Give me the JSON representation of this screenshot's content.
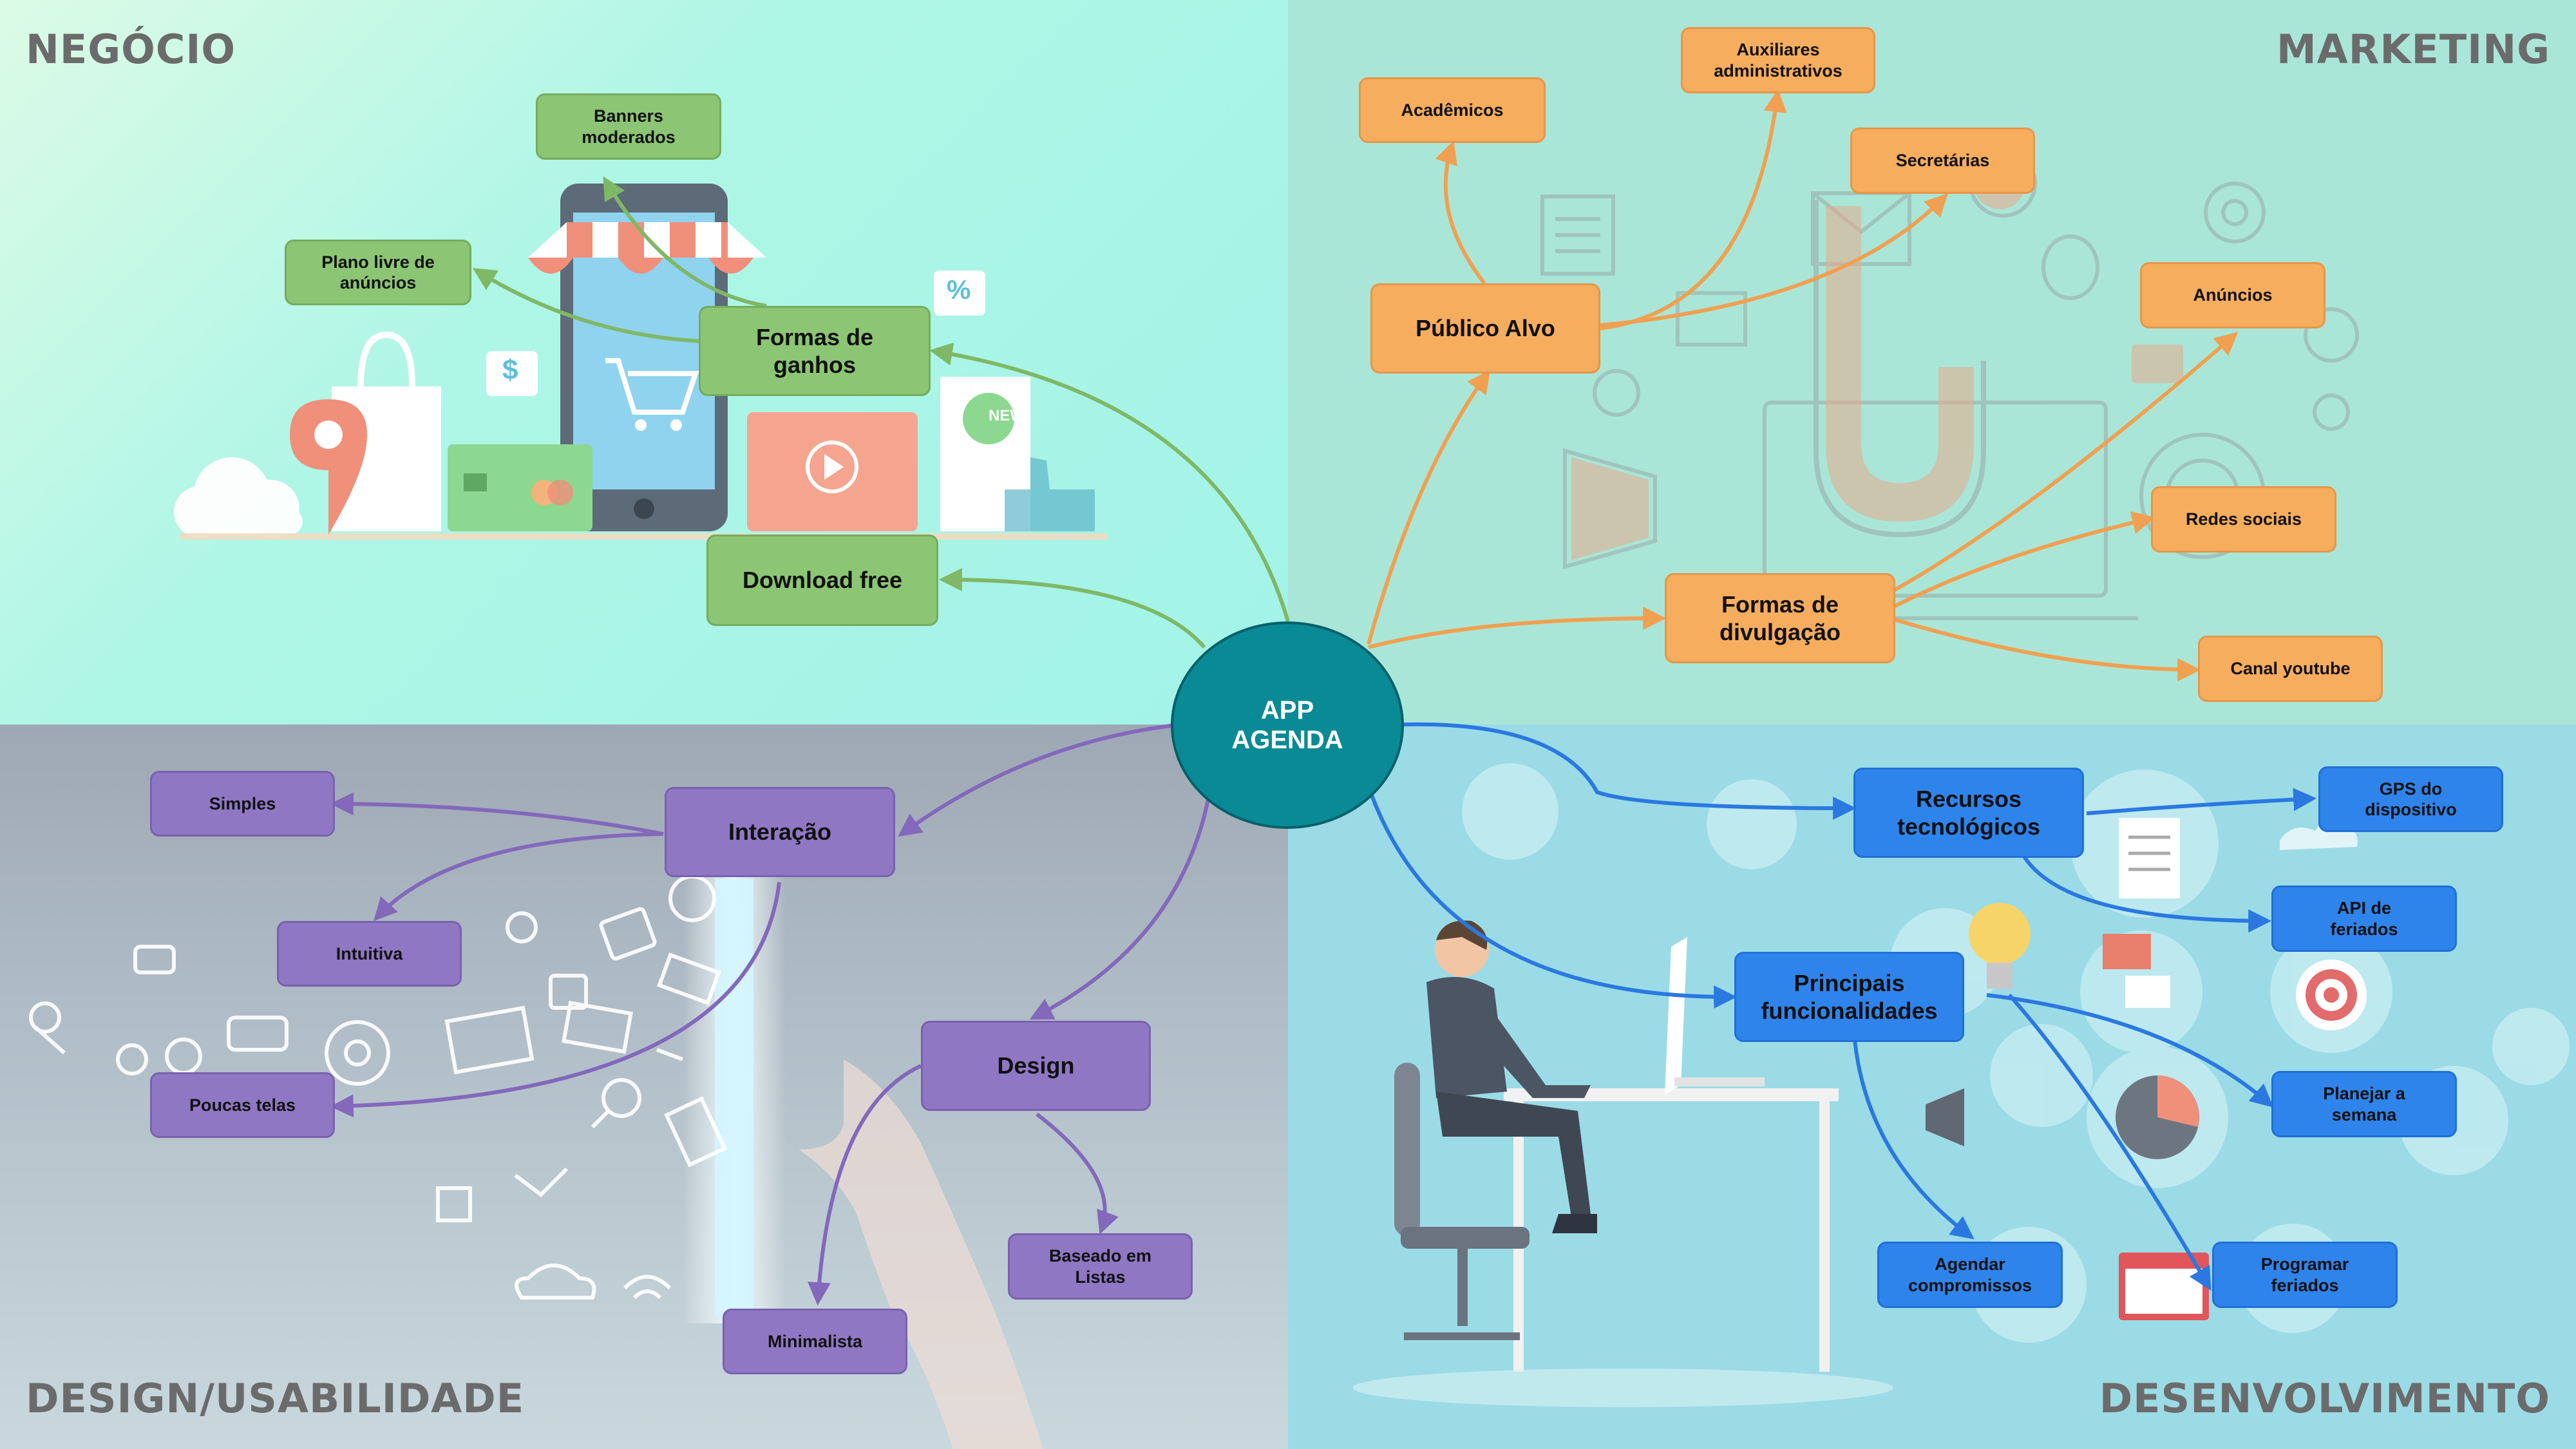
{
  "center": {
    "line1": "APP",
    "line2": "AGENDA"
  },
  "quadrants": {
    "negocio": "NEGÓCIO",
    "marketing": "MARKETING",
    "design": "DESIGN/USABILIDADE",
    "desenvolvimento": "DESENVOLVIMENTO"
  },
  "negocio": {
    "formas_ganhos": {
      "l1": "Formas de",
      "l2": "ganhos"
    },
    "download_free": "Download free",
    "plano_livre": {
      "l1": "Plano livre de",
      "l2": "anúncios"
    },
    "banners": {
      "l1": "Banners",
      "l2": "moderados"
    },
    "badge_new": "NEW",
    "badge_percent": "%",
    "badge_dollar": "$"
  },
  "marketing": {
    "publico_alvo": "Público Alvo",
    "formas_divulgacao": {
      "l1": "Formas de",
      "l2": "divulgação"
    },
    "academicos": "Acadêmicos",
    "auxiliares": {
      "l1": "Auxiliares",
      "l2": "administrativos"
    },
    "secretarias": "Secretárias",
    "anuncios": "Anúncios",
    "redes_sociais": "Redes sociais",
    "canal_youtube": "Canal youtube"
  },
  "design": {
    "interacao": "Interação",
    "design_node": "Design",
    "simples": "Simples",
    "intuitiva": "Intuitiva",
    "poucas_telas": "Poucas telas",
    "baseado_listas": {
      "l1": "Baseado em",
      "l2": "Listas"
    },
    "minimalista": "Minimalista"
  },
  "desenvolvimento": {
    "recursos": {
      "l1": "Recursos",
      "l2": "tecnológicos"
    },
    "principais": {
      "l1": "Principais",
      "l2": "funcionalidades"
    },
    "gps": {
      "l1": "GPS do",
      "l2": "dispositivo"
    },
    "api": {
      "l1": "API de",
      "l2": "feriados"
    },
    "planejar": {
      "l1": "Planejar a",
      "l2": "semana"
    },
    "agendar": {
      "l1": "Agendar",
      "l2": "compromissos"
    },
    "programar": {
      "l1": "Programar",
      "l2": "feriados"
    }
  },
  "colors": {
    "negocio": "#8cc574",
    "marketing": "#f6ad5e",
    "design": "#9077c4",
    "desenvolvimento": "#2f84ec",
    "center": "#0a8a95"
  }
}
